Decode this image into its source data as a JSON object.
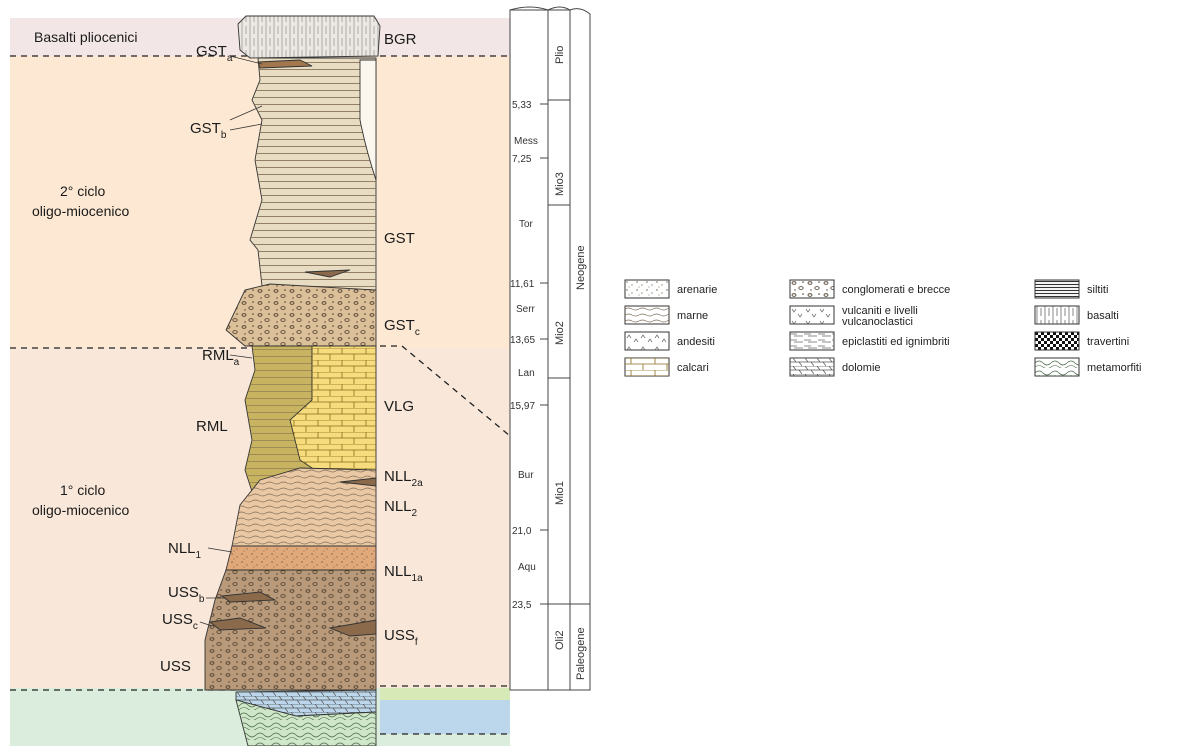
{
  "cycles": {
    "basalti": "Basalti pliocenici",
    "cycle2_line1": "2° ciclo",
    "cycle2_line2": "oligo-miocenico",
    "cycle1_line1": "1° ciclo",
    "cycle1_line2": "oligo-miocenico"
  },
  "units_left": [
    {
      "base": "GST",
      "sub": "a"
    },
    {
      "base": "GST",
      "sub": "b"
    },
    {
      "base": "RML",
      "sub": "a"
    },
    {
      "base": "RML",
      "sub": ""
    },
    {
      "base": "NLL",
      "sub": "1"
    },
    {
      "base": "USS",
      "sub": "b"
    },
    {
      "base": "USS",
      "sub": "c"
    },
    {
      "base": "USS",
      "sub": ""
    }
  ],
  "units_right": [
    {
      "base": "BGR",
      "sub": ""
    },
    {
      "base": "GST",
      "sub": ""
    },
    {
      "base": "GST",
      "sub": "c"
    },
    {
      "base": "VLG",
      "sub": ""
    },
    {
      "base": "NLL",
      "sub": "2a"
    },
    {
      "base": "NLL",
      "sub": "2"
    },
    {
      "base": "NLL",
      "sub": "1a"
    },
    {
      "base": "USS",
      "sub": "f"
    }
  ],
  "ages": [
    "5,33",
    "7,25",
    "11,61",
    "13,65",
    "15,97",
    "21,0",
    "23,5"
  ],
  "stages": [
    "Mess",
    "Tor",
    "Serr",
    "Lan",
    "Bur",
    "Aqu"
  ],
  "epochs": [
    "Plio",
    "Mio3",
    "Mio2",
    "Mio1",
    "Oli2"
  ],
  "periods": [
    "Neogene",
    "Paleogene"
  ],
  "legend": [
    {
      "label": "arenarie",
      "pattern": "arenarie"
    },
    {
      "label": "marne",
      "pattern": "marne"
    },
    {
      "label": "andesiti",
      "pattern": "andesiti"
    },
    {
      "label": "calcari",
      "pattern": "calcari"
    },
    {
      "label": "conglomerati e brecce",
      "pattern": "conglomerati"
    },
    {
      "label": "vulcaniti e livelli",
      "label2": "vulcanoclastici",
      "pattern": "vulcaniti"
    },
    {
      "label": "epiclastiti ed ignimbriti",
      "pattern": "epiclastiti"
    },
    {
      "label": "dolomie",
      "pattern": "dolomie"
    },
    {
      "label": "siltiti",
      "pattern": "siltiti"
    },
    {
      "label": "basalti",
      "pattern": "basalti"
    },
    {
      "label": "travertini",
      "pattern": "travertini"
    },
    {
      "label": "metamorfiti",
      "pattern": "metamorfiti"
    }
  ],
  "colors": {
    "cycle2_bg": "#fde9d3",
    "cycle1_bg": "#f9e8da",
    "basalt_bg": "#f3e6e6",
    "basement_bg": "#dbeede",
    "dolomite_blue": "#bcd6ec",
    "limestone_yellow": "#f6dc7c",
    "sandstone_tan": "#d9c6a6",
    "marl_beige": "#e8dcc3",
    "rml_olive": "#c8b460",
    "nll_orange": "#e1a87a",
    "uss_brown": "#b89a7a"
  }
}
